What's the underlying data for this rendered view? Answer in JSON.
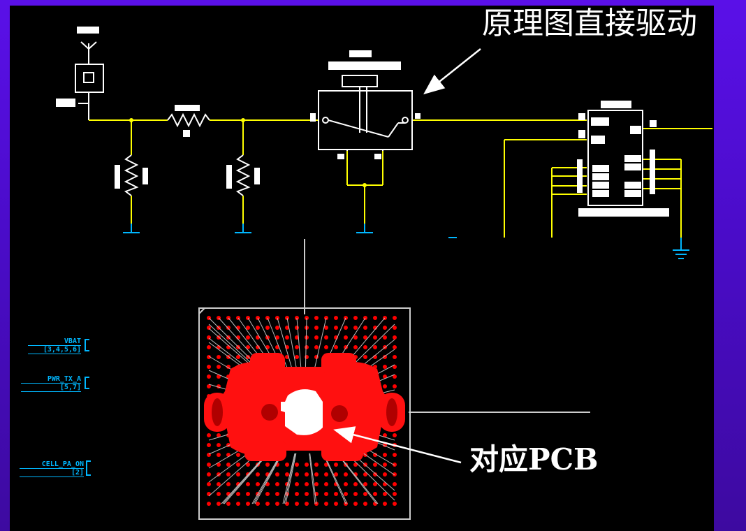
{
  "slide": {
    "title": "原理图直接驱动",
    "pcb_caption": "对应PCB"
  },
  "schematic": {
    "net_labels": [
      {
        "name": "VBAT",
        "ref": "[3,4,5,6]"
      },
      {
        "name": "PWR_TX_A",
        "ref": "[5,7]"
      },
      {
        "name": "CELL_PA_ON",
        "ref": "[2]"
      }
    ]
  },
  "colors": {
    "background_top": "#5a10e8",
    "canvas": "#000000",
    "wire": "#ffff00",
    "component": "#ffffff",
    "ground": "#00b7ff",
    "pad": "#ff0000"
  }
}
